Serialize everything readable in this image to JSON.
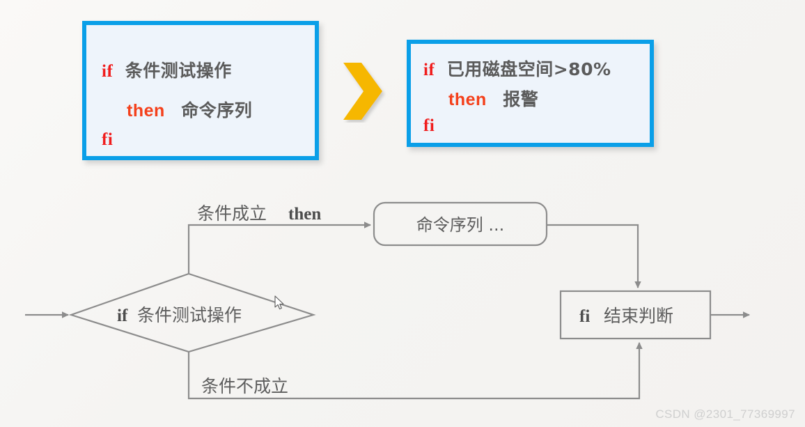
{
  "colors": {
    "panel_border": "#0a9fe8",
    "panel_fill": "#eef4fb",
    "keyword_red": "#f01c1c",
    "keyword_then": "#f4401b",
    "chinese_gray": "#5b5b5b",
    "arrow_yellow": "#f6b700",
    "flow_stroke": "#8c8c8c",
    "background": "#f7f6f4",
    "watermark": "#cfcfcf"
  },
  "panels": {
    "template": {
      "line1_keyword": "if",
      "line1_text": "条件测试操作",
      "line2_keyword": "then",
      "line2_text": "命令序列",
      "line3_keyword": "fi"
    },
    "example": {
      "line1_keyword": "if",
      "line1_text": "已用磁盘空间>80%",
      "line2_keyword": "then",
      "line2_text": "报警",
      "line3_keyword": "fi"
    }
  },
  "transition_arrow": {
    "icon": "chevron-right-icon",
    "color": "#f6b700"
  },
  "flowchart": {
    "decision": {
      "keyword": "if",
      "label": "条件测试操作"
    },
    "true_branch_label_cn": "条件成立",
    "true_branch_label_en": "then",
    "process": {
      "label": "命令序列 ..."
    },
    "false_branch_label": "条件不成立",
    "end": {
      "keyword": "fi",
      "label": "结束判断"
    }
  },
  "watermark": {
    "text": "CSDN @2301_77369997"
  }
}
